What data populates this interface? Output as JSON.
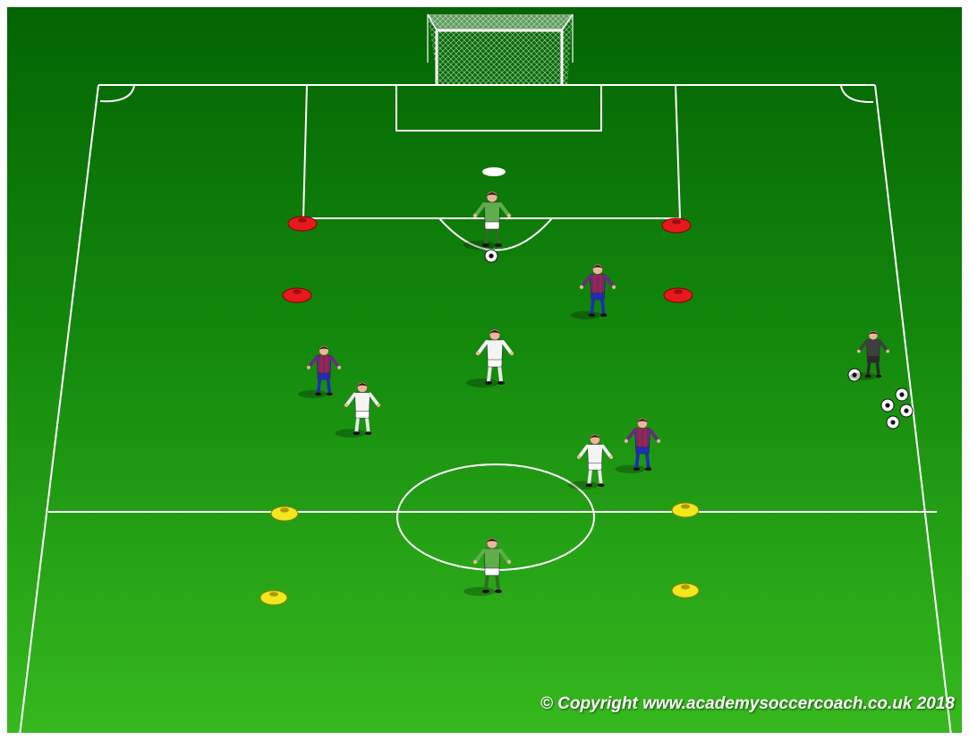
{
  "copyright": "© Copyright www.academysoccercoach.co.uk 2018",
  "colors": {
    "pitch_light": "#4fcf2e",
    "pitch_mid": "#1d9a10",
    "pitch_dark": "#035e03",
    "lines": "#ffffff",
    "cone_red": "#e8191d",
    "cone_yellow": "#f3e61d",
    "kit_goalkeeper": "#5fae4c",
    "kit_white_team": "#f4f4f4",
    "kit_striped_team": "#6a2c7c",
    "kit_striped_shorts": "#1e2fb4",
    "kit_server": "#3f3f3f"
  },
  "players": [
    {
      "role": "goalkeeper",
      "kit": "goalkeeper"
    },
    {
      "role": "goalkeeper",
      "kit": "goalkeeper"
    },
    {
      "role": "defender",
      "kit": "white"
    },
    {
      "role": "defender",
      "kit": "white"
    },
    {
      "role": "defender",
      "kit": "white"
    },
    {
      "role": "attacker",
      "kit": "striped"
    },
    {
      "role": "attacker",
      "kit": "striped"
    },
    {
      "role": "attacker",
      "kit": "striped"
    },
    {
      "role": "server",
      "kit": "server"
    }
  ],
  "cones": {
    "red": 4,
    "yellow": 4
  },
  "balls": 6
}
